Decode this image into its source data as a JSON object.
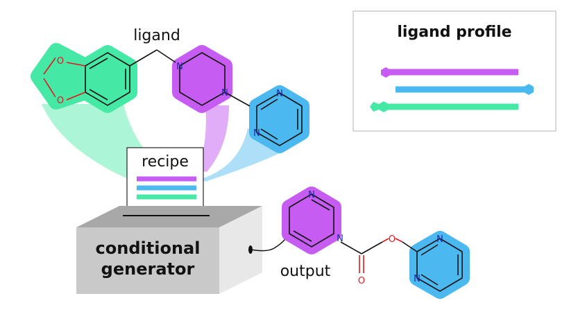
{
  "labels": {
    "ligand": "ligand",
    "recipe": "recipe",
    "output": "output",
    "generator_line1": "conditional",
    "generator_line2": "generator",
    "profile_title": "ligand profile"
  },
  "atoms": {
    "oxygen": "O",
    "nitrogen": "N"
  },
  "fragments": [
    {
      "name": "benzodioxole",
      "color": "#3ee6a4"
    },
    {
      "name": "piperazine",
      "color": "#c35cf0"
    },
    {
      "name": "pyrimidine",
      "color": "#4ab3ec"
    }
  ],
  "colors": {
    "green": "#46e8a6",
    "purple": "#c65cf2",
    "blue": "#4cb8f0",
    "oxygen": "#e8141a",
    "nitrogen": "#1e2aa8",
    "box_front": "#c9c9c9",
    "box_top": "#a4a4a4",
    "box_side": "#e6e6e6"
  }
}
